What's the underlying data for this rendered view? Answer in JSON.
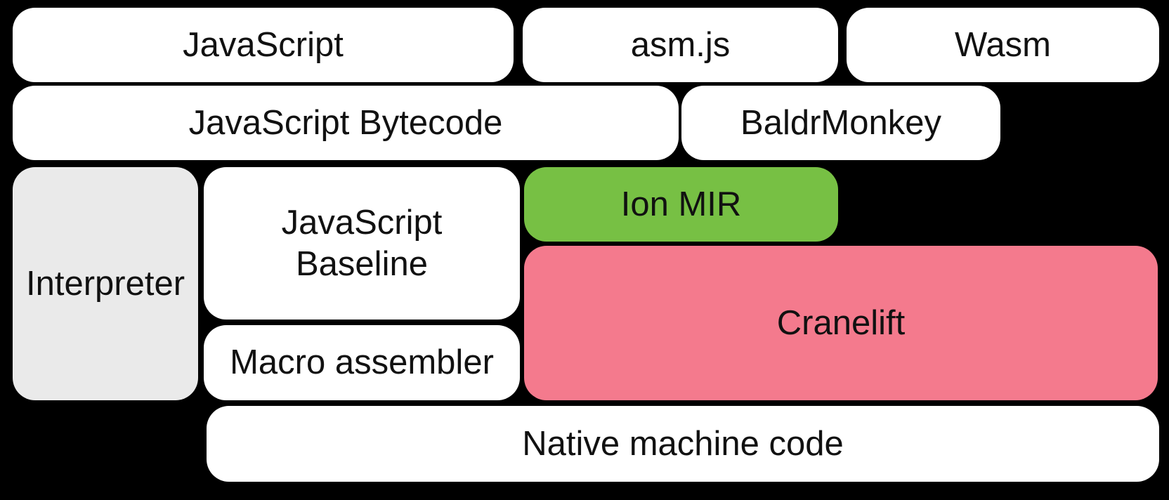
{
  "colors": {
    "background": "#000000",
    "box-white": "#ffffff",
    "box-gray": "#eaeaea",
    "box-green": "#77c044",
    "box-pink": "#f47a8d",
    "text": "#111111"
  },
  "diagram": {
    "boxes": {
      "javascript": {
        "label": "JavaScript"
      },
      "asmjs": {
        "label": "asm.js"
      },
      "wasm": {
        "label": "Wasm"
      },
      "javascript_bytecode": {
        "label": "JavaScript Bytecode"
      },
      "baldrmonkey": {
        "label": "BaldrMonkey"
      },
      "interpreter": {
        "label": "Interpreter"
      },
      "javascript_baseline": {
        "label": "JavaScript\nBaseline"
      },
      "ion_mir": {
        "label": "Ion MIR"
      },
      "cranelift": {
        "label": "Cranelift"
      },
      "macro_assembler": {
        "label": "Macro assembler"
      },
      "native_machine_code": {
        "label": "Native machine code"
      }
    }
  }
}
